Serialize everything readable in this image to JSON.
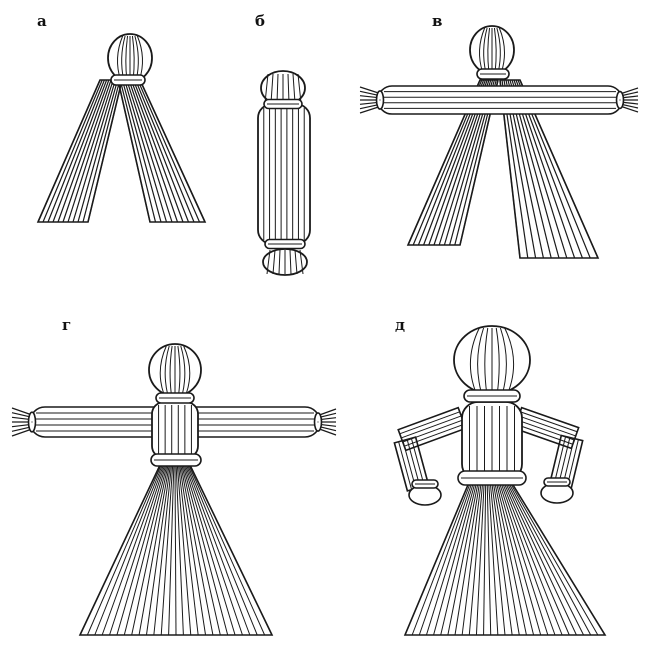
{
  "panels": [
    {
      "id": "a",
      "label": "а"
    },
    {
      "id": "b",
      "label": "б"
    },
    {
      "id": "v",
      "label": "в"
    },
    {
      "id": "g",
      "label": "г"
    },
    {
      "id": "d",
      "label": "д"
    }
  ],
  "colors": {
    "ink": "#1a1a1a",
    "paper": "#ffffff"
  }
}
